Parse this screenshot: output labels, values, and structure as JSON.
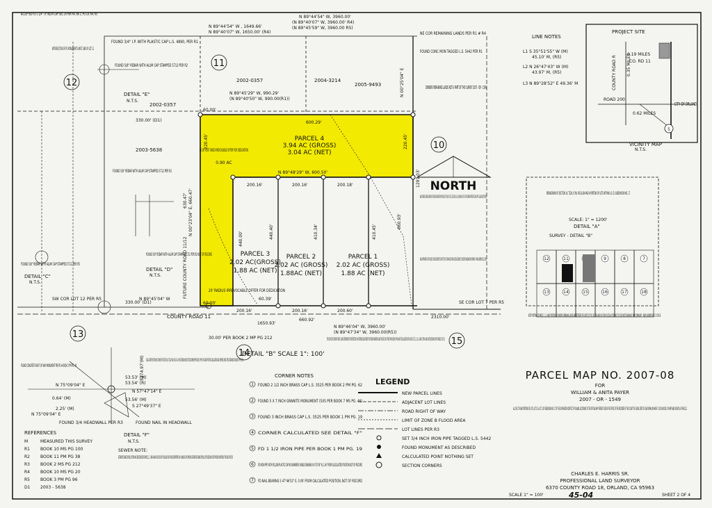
{
  "parcels": {
    "p4": {
      "name": "PARCEL 4",
      "gross": "3.94 AC (GROSS)",
      "net": "3.04 AC (NET)",
      "offer": "60.00 FOOT WIDE IRREVOCABLE OFFER FOR DEDICATION",
      "offer_area": "0.90 AC"
    },
    "p3": {
      "name": "PARCEL 3",
      "gross": "2.02 AC(GROSS)",
      "net": "1.88 AC (NET)"
    },
    "p2": {
      "name": "PARCEL 2",
      "gross": "2.02 AC (GROSS)",
      "net": "1.88AC (NET)"
    },
    "p1": {
      "name": "PARCEL 1",
      "gross": "2.02 AC (GROSS)",
      "net": "1.88 AC (NET)"
    }
  },
  "lots": [
    "11",
    "12",
    "10",
    "13",
    "14",
    "15"
  ],
  "bearings": {
    "top1": "N 89°44'54\" W , 1649.66'",
    "top2": "N 89°40'07\" W, 1650.00' (R4)",
    "top3": "N 89°44'54\" W, 3960.00'",
    "top4": "(N 89°40'07\" W, 3960.00' R4)",
    "top5": "(N 89°45'59\" W, 3960.00 R5)",
    "p4north1": "N 89°45'29\" W, 990.29'",
    "p4north2": "(N 89°40'50\" W, 990.00(R1))",
    "p4south": "N 89°48'29\" W, 600.50'",
    "p4dim": "600.29'",
    "p4east": "220.45'",
    "p4west": "220.45'",
    "west330": "330.00' (D1)",
    "west330b": "330.00' (D1)",
    "bot1": "N 89°45'04\" W",
    "bot2": "N 89°46'04\" W, 3960.00'",
    "bot3": "(N 89°47'34\" W, 3960.00(R5))",
    "dim1650": "1650.93'",
    "dim660": "660.92'",
    "dim2310": "2310.00'",
    "seg200a": "200.16'",
    "seg200b": "200.16'",
    "seg200c": "200.18'",
    "seg200d": "200.16'",
    "seg200e": "200.16'",
    "seg200f": "200.60'",
    "vert1": "N 00°23'04\" E, 660.47'",
    "vert2": "410.34'",
    "vert3": "440.00'",
    "vert4": "440.40'",
    "vert5": "410.45'",
    "vert6": "660.93'",
    "vert7": "1291.03'",
    "vert8": "N 00°25'04\" E",
    "dim630": "630.47'",
    "dim60a": "60.00'",
    "dim60b": "60.00'",
    "dim6039": "60.39'",
    "detail_b_label": "DETAIL \"B\" SCALE 1\": 100'"
  },
  "annotations": {
    "accepted": "ACCEPTED FD 1 1/4\" I.P. W/LM CAP SEC 16 PER R4, 8K 1, PG 19, R4, R5",
    "found3_4": "FOUND 3/4\" I.P. WITH PLASTIC CAP L.S. 4890, PER R1",
    "intersection": "INTERSECTION OF FD MONUMENTS WEST LINE OF LOT 11",
    "found5_8": "FOUND 5/8\" REBAR WITH ALUM CAP STAMPED 5712 PER R2",
    "detail_e": "DETAIL \"E\"",
    "nts1": "N.T.S.",
    "ne_cor": "NE COR REMAINING LANDS PER R1 # R4",
    "found_conc": "FOUND CONC MON TAGGED L.S. 5442 PER R1",
    "owners": "OWNERS REMAINING LANDS NOT A PART OF THIS SURVEY 2007 - OR - 1549",
    "deeds": "2002-0357",
    "deed2": "2004-3214",
    "deed3": "2005-9493",
    "deed4": "2002-0357",
    "deed5": "2003-5638",
    "basis": "BASIS OF BEARING THE BASIS OF BEARINGS FOR THIS SURVEY WAS TAKEN FROM THE WEST LINE OF THE SW 1/4 OF SEC 16, T22N, R3W, M.D.B. & M., SHOWN AS N 0°25'04\" E ON THAT CERTAIN MAP THEREOF FILED IN BK 5 PM, PG 96, GLENN COUNTY RECORDS.",
    "flood": "AREA, APPROXIMATE 1.0N THIS SIDE OF LINE IS BETWEEN THE LIMITS OF THE 100 YEAR AND 500 YEAR FLOOD ACCORDING TO FLOOD RATE INSURANCE MAP COMMUNITY - PANEL NUMBER 06021 C 0165 B",
    "north": "NORTH",
    "future_road": "FUTURE COUNTY ROAD 11/12",
    "radius": "20' RADIUS IRREVOCABLE OFFER FOR DEDICATION",
    "county_road": "COUNTY ROAD 11",
    "book30": "30.00' PER BOOK 2 MP PG 212",
    "se_cor": "SE COR LOT 7 PER R5",
    "sw_cor": "SW COR LOT 12 PER R5",
    "south_east_corner": "THE SOUTH EAST CORNER OF PARCEL 1 WAS DETERMINED BY THE INTERSECTION OF AN EXTENDED LINE BETWEEN THE FOUND MONUMENTS ALONG THE EAST LINE OF TRACT MAP 86 (BOOK 5 PM 96) AND THE CALCULATED SOUTH LINE OF LOT 12, 11, 10, 9, 8 AND 7, PER R4, AND IS NOT NECESSARILY ON THE MIDDLE OF LOT 10.",
    "found_rebar": "FOUND 5/8\" REBAR WITH ALUM CAP STAMPED 5712 PER R2",
    "found_rebar2": "FOUND 5/8\" REBAR WITH ALUM CAP STAMPED 5712 PER R2 NOT OF RECORD",
    "detail_d": "DETAIL \"D\"",
    "nts2": "N.T.S.",
    "found_rebar3": "FOUND 5/8\" REBAR WITH ALUM CAP STAMPED 5712 PER R5",
    "detail_c": "DETAIL \"C\"",
    "nts3": "N.T.S."
  },
  "line_notes": {
    "title": "LINE NOTES",
    "l1": "L1  S 35°51'55\" W (M)",
    "l1b": "45.10' M, (R5)",
    "l2": "L2  N 26°47'43\" W (M)",
    "l2b": "43.97' M, (R5)",
    "l3": "L3  N 89°28'52\" E 49.36' M"
  },
  "vicinity": {
    "project_site": "PROJECT SITE",
    "road_r": "COUNTY ROAD R",
    "road_200": "ROAD 200",
    "city": "CITY OF ORLAND",
    "miles1": "0.19 MILES",
    "miles2": "0.35 MILES",
    "miles3": "0.62 MILES",
    "rd11": "CO. RD 11",
    "hwy": "5",
    "title": "VICINITY MAP",
    "nts": "N.T.S."
  },
  "detail_a": {
    "breakdown": "BREAKDOWN OF SECTION 16, T22N, R 3W, M.D.B.&M AND A PORTION OF LOTS WITHIN U.S.I.D. SUBDIVISION NO. 17",
    "scale": "SCALE: 1\" = 1200'",
    "label": "DETAIL \"A\"",
    "survey": "SURVEY - DETAIL \"B\"",
    "note": "NOTE PORTIONS OF PARCEL 2, 3, 4 AND PORTIONS OF OWNERS REMAINING LANDS ARE BETWEEN THE LIMITS OF THE 100 YEAR AND 500 YEAR FLOOD ACCORDING TO FLOOD RATE INSURANCE MAP COMMUNITY - PANEL NUMBER 06021 C 0165 B",
    "cells": [
      "12",
      "11",
      "10",
      "9",
      "8",
      "7",
      "13",
      "14",
      "15",
      "16",
      "17",
      "18"
    ]
  },
  "detail_f": {
    "found_conc": "FOUND CONCRETE RIGHT OF WAY MONUMENT PER R5 # BOOK 3 PM PG. 44",
    "calc": "CALCULATED POSITION SE CORNER OF SECTION 16, T22N, R3W, M.D.B. & M. RE-ESTABLISHED SECTION CORNER PER BOOK 3 PM PG. 96 DATA POSITION CALCULATED AND VERIFIED USING TIES CONTAINED ON BOOK 3 PM PG. 96",
    "d1": "53.53' (M)",
    "d2": "53.54' (R)",
    "d3": "53.56' (M)",
    "d4": "N 75°09'04\" E",
    "d5": "0.64' (M)",
    "d6": "2.25' (M)",
    "d7": "N 75°09'04\" E",
    "d8": "N 57°47'14\" E",
    "d9": "S 27°49'37\" E",
    "d10": "5274.97'(M)",
    "found_head": "FOUND 3/4 HEADWALL PER R3",
    "found_nail": "FOUND NAIL IN HEADWALL",
    "label": "DETAIL \"F\"",
    "nts": "N.T.S."
  },
  "references": {
    "title": "REFERENCES",
    "rows": [
      {
        "k": "M",
        "v": "MEASURED THIS SURVEY"
      },
      {
        "k": "R1",
        "v": "BOOK 10 MS PG 100"
      },
      {
        "k": "R2",
        "v": "BOOK 11 PM PG 38"
      },
      {
        "k": "R3",
        "v": "BOOK 2 MS PG 212"
      },
      {
        "k": "R4",
        "v": "BOOK 10 MS PG 20"
      },
      {
        "k": "R5",
        "v": "BOOK 3 PM PG 96"
      },
      {
        "k": "D1",
        "v": "2003 - 5638"
      }
    ]
  },
  "sewer": {
    "title": "SEWER NOTE:",
    "text": "ALTERNATIVE SEWAGE DISPOSAL SYSTEMS HAVE BEEN DESIGNED FOR PARCEL 1, 2, 3 AND 4 AND ARE ON FILE WITH THE GLENN COUNTY HEALTH DEPARTMENT. ANY CHANGES IN THE APPROVED ALTERNATIVE SEWAGE DISPOSAL SYSTEM DESIGN MUST BE APPROVED IN WRITING BY THE HEALTH OFFICER."
  },
  "corner_notes": {
    "title": "CORNER NOTES",
    "items": [
      "FOUND 2 1/2 INCH BRASS CAP L.S. 3525 PER BOOK 2 PM PG. 62",
      "FOUND 5 X 7 INCH GRANITE MONUMENT (5X5 PER BOOK 7 MS PG. 46)",
      "FOUND 3 INCH BRASS CAP L.S. 3525 PER BOOK 1 PM PG. 19",
      "CORNER CALCULATED SEE DETAIL \"F\"",
      "FD 1 1/2 IRON PIPE PER BOOK 1 PM PG. 19",
      "FD IRON PIPE WITH YELLOW PLASTIC CAP NO NUMBERS VISIBLE BEARING N 0°25'59\" W, 1.60' FROM CALCULATED POSITION NOT OF RECORD",
      "FD NAIL BEARING S 47°46'52\" E, 0.09' FROM CALCULATED POSITION, NOT OF RECORD"
    ]
  },
  "legend": {
    "title": "LEGEND",
    "items": [
      "NEW PARCEL LINES",
      "ADJACENT LOT LINES",
      "ROAD RIGHT OF WAY",
      "LIMIT OF ZONE B FLOOD AREA",
      "LOT LINES PER R3",
      "SET 3/4 INCH IRON PIPE TAGGED L.S. 5442",
      "FOUND MONUMENT AS DESCRIBED",
      "CALCULATED POINT NOTHING SET",
      "SECTION CORNERS"
    ]
  },
  "title_block": {
    "title": "PARCEL MAP NO. 2007-08",
    "for": "FOR",
    "owner": "WILLIAM & ANITA PAYER",
    "doc": "2007 - OR - 1549",
    "desc": "ALL OF LOT 9 AND PORTIONS OF LOT 8, LOT 10 & LOT 11 OF SUBDIVISION NO. 17 OF THE US IRRIGATION DISTRICT OF ORLAND, ACCORDING TO THE OFFICIAL MAP THEREOF FILED IN THE OFFICE OF THE RECORDER OF THE COUNTY OF GLENN, STATE OF CALIFORNIA ON MARCH 7, 1910 IN BOOK 2 OF MAPS AND SURVEYS, AT PAGE 212",
    "surveyor": "CHARLES E. HARRIS SR.",
    "role": "PROFESSIONAL LAND SURVEYOR",
    "address": "6370 COUNTY ROAD 18, ORLAND, CA 95963",
    "scale": "SCALE 1\" = 100'",
    "handwritten": "45-04",
    "sheet": "SHEET 2 OF 4"
  },
  "colors": {
    "parcel4": "#f2ea00",
    "ink": "#111111"
  }
}
